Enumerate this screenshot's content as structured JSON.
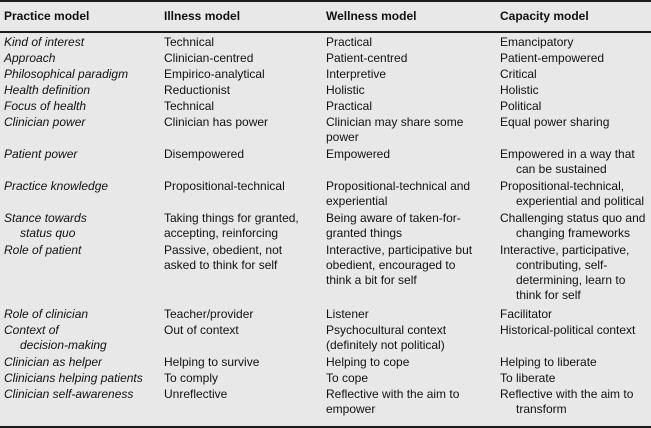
{
  "table": {
    "headers": [
      "Practice model",
      "Illness model",
      "Wellness model",
      "Capacity model"
    ],
    "rows": [
      {
        "label": [
          "Kind of interest"
        ],
        "illness": [
          "Technical"
        ],
        "wellness": [
          "Practical"
        ],
        "capacity": [
          "Emancipatory"
        ]
      },
      {
        "label": [
          "Approach"
        ],
        "illness": [
          "Clinician-centred"
        ],
        "wellness": [
          "Patient-centred"
        ],
        "capacity": [
          "Patient-empowered"
        ]
      },
      {
        "label": [
          "Philosophical paradigm"
        ],
        "illness": [
          "Empirico-analytical"
        ],
        "wellness": [
          "Interpretive"
        ],
        "capacity": [
          "Critical"
        ]
      },
      {
        "label": [
          "Health definition"
        ],
        "illness": [
          "Reductionist"
        ],
        "wellness": [
          "Holistic"
        ],
        "capacity": [
          "Holistic"
        ]
      },
      {
        "label": [
          "Focus of health"
        ],
        "illness": [
          "Technical"
        ],
        "wellness": [
          "Practical"
        ],
        "capacity": [
          "Political"
        ]
      },
      {
        "label": [
          "Clinician power"
        ],
        "illness": [
          "Clinician has power"
        ],
        "wellness": [
          "Clinician may share some",
          "power"
        ],
        "capacity": [
          "Equal power sharing"
        ]
      },
      {
        "label": [
          "Patient power"
        ],
        "illness": [
          "Disempowered"
        ],
        "wellness": [
          "Empowered"
        ],
        "capacity": [
          "Empowered in a way that",
          "can be sustained"
        ]
      },
      {
        "label": [
          "Practice knowledge"
        ],
        "illness": [
          "Propositional-technical"
        ],
        "wellness": [
          "Propositional-technical and",
          "experiential"
        ],
        "capacity": [
          "Propositional-technical,",
          "experiential and political"
        ]
      },
      {
        "label": [
          "Stance towards",
          "status quo"
        ],
        "illness": [
          "Taking things for granted,",
          "accepting, reinforcing"
        ],
        "wellness": [
          "Being aware of taken-for-",
          "granted things"
        ],
        "capacity": [
          "Challenging status quo and",
          "changing frameworks"
        ]
      },
      {
        "label": [
          "Role of patient"
        ],
        "illness": [
          "Passive, obedient, not",
          "asked to think for self"
        ],
        "wellness": [
          "Interactive, participative but",
          "obedient, encouraged to",
          "think a bit for self"
        ],
        "capacity": [
          "Interactive, participative,",
          "contributing, self-",
          "determining, learn to",
          "think for self"
        ]
      },
      {
        "label": [
          "Role of clinician"
        ],
        "illness": [
          "Teacher/provider"
        ],
        "wellness": [
          "Listener"
        ],
        "capacity": [
          "Facilitator"
        ]
      },
      {
        "label": [
          "Context of",
          "decision-making"
        ],
        "illness": [
          "Out of context"
        ],
        "wellness": [
          "Psychocultural context",
          "(definitely not political)"
        ],
        "capacity": [
          "Historical-political context"
        ]
      },
      {
        "label": [
          "Clinician as helper"
        ],
        "illness": [
          "Helping to survive"
        ],
        "wellness": [
          "Helping to cope"
        ],
        "capacity": [
          "Helping to liberate"
        ]
      },
      {
        "label": [
          "Clinicians helping patients"
        ],
        "illness": [
          "To comply"
        ],
        "wellness": [
          "To cope"
        ],
        "capacity": [
          "To liberate"
        ]
      },
      {
        "label": [
          "Clinician self-awareness"
        ],
        "illness": [
          "Unreflective"
        ],
        "wellness": [
          "Reflective with the aim to",
          "empower"
        ],
        "capacity": [
          "Reflective with the aim to",
          "transform"
        ]
      }
    ]
  }
}
